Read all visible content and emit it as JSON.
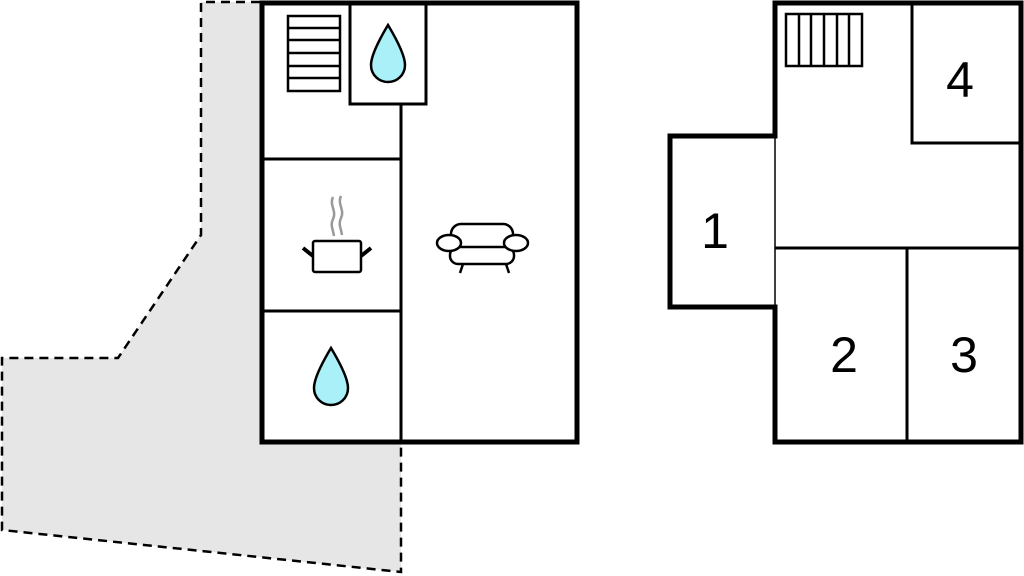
{
  "colors": {
    "wall": "#000000",
    "terrace": "#e6e6e6",
    "water": "#aaf0f8",
    "steam": "#999999"
  },
  "ground_floor": {
    "rooms": [
      {
        "type": "stairs",
        "icon": "stairs-icon"
      },
      {
        "type": "bathroom",
        "icon": "water-drop-icon"
      },
      {
        "type": "kitchen",
        "icon": "cooking-pot-icon"
      },
      {
        "type": "bathroom",
        "icon": "water-drop-icon"
      },
      {
        "type": "living-room",
        "icon": "sofa-icon"
      }
    ],
    "terrace": {
      "type": "terrace"
    }
  },
  "upper_floor": {
    "room_labels": [
      "1",
      "2",
      "3",
      "4"
    ],
    "stairs_icon": "stairs-icon"
  }
}
